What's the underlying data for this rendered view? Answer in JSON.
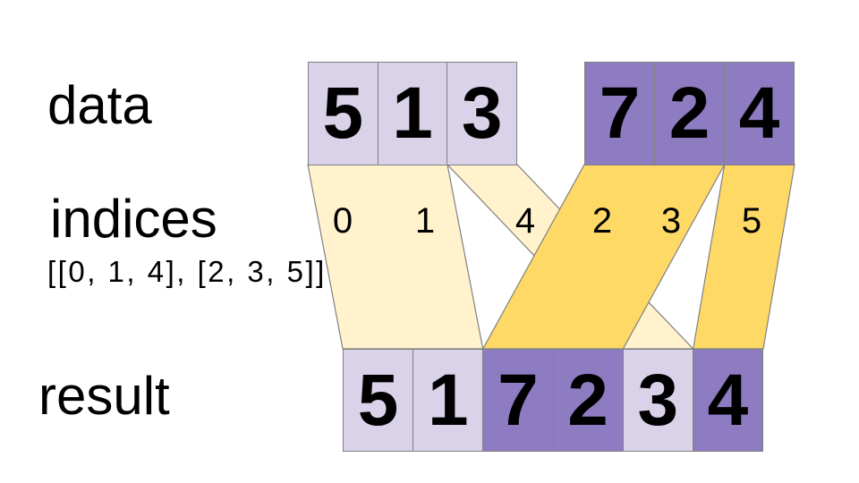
{
  "labels": {
    "data": "data",
    "indices": "indices",
    "indices_array": "[[0, 1, 4], [2, 3, 5]]",
    "result": "result"
  },
  "colors": {
    "background": "#FFFFFF",
    "text": "#000000",
    "stroke": "#808080",
    "cell_light_purple": "#D9D2E9",
    "cell_dark_purple": "#8E7CC3",
    "band_light_yellow": "#FFF2CC",
    "band_dark_yellow": "#FFD966"
  },
  "data_row": {
    "group1": {
      "color": "#D9D2E9",
      "values": [
        "5",
        "1",
        "3"
      ]
    },
    "group2": {
      "color": "#8E7CC3",
      "values": [
        "7",
        "2",
        "4"
      ]
    }
  },
  "indices_row": {
    "values": [
      "0",
      "1",
      "4",
      "2",
      "3",
      "5"
    ]
  },
  "result_row": {
    "cells": [
      {
        "value": "5",
        "color": "#D9D2E9"
      },
      {
        "value": "1",
        "color": "#D9D2E9"
      },
      {
        "value": "7",
        "color": "#8E7CC3"
      },
      {
        "value": "2",
        "color": "#8E7CC3"
      },
      {
        "value": "3",
        "color": "#D9D2E9"
      },
      {
        "value": "4",
        "color": "#8E7CC3"
      }
    ]
  }
}
